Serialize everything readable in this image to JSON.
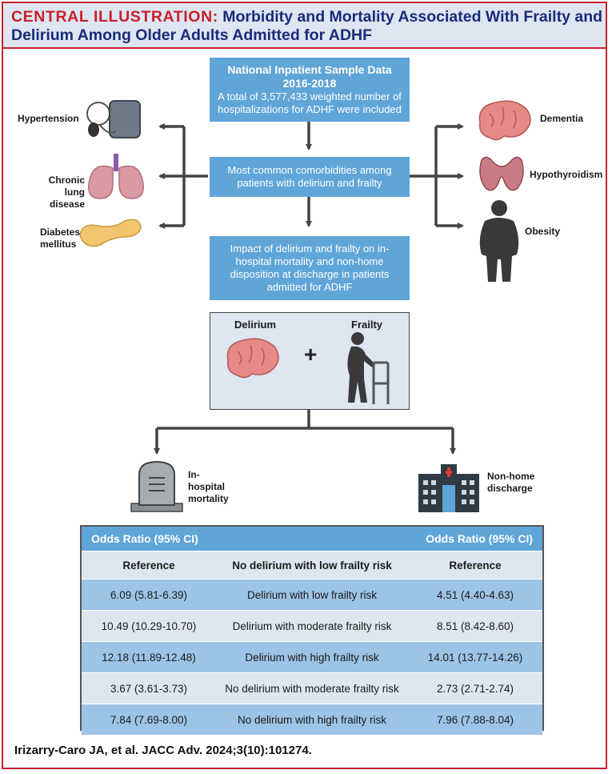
{
  "header": {
    "label": "CENTRAL ILLUSTRATION:",
    "title": "Morbidity and Mortality Associated With Frailty and Delirium Among Older Adults Admitted for ADHF"
  },
  "boxes": {
    "nis_title": "National Inpatient Sample Data",
    "nis_years": "2016-2018",
    "nis_desc": "A total of 3,577,433 weighted number of hospitalizations for ADHF were included",
    "comorbid_text": "Most common comorbidities among patients with delirium and frailty",
    "impact_text": "Impact of delirium and frailty on in-hospital mortality and non-home disposition at discharge in patients admitted for ADHF"
  },
  "left_conditions": [
    "Hypertension",
    "Chronic lung disease",
    "Diabetes mellitus"
  ],
  "right_conditions": [
    "Dementia",
    "Hypothyroidism",
    "Obesity"
  ],
  "panel": {
    "delirium": "Delirium",
    "plus": "+",
    "frailty": "Frailty"
  },
  "outcomes": {
    "mortality": "In-hospital mortality",
    "discharge": "Non-home discharge"
  },
  "table": {
    "header_left": "Odds Ratio (95% CI)",
    "header_right": "Odds Ratio (95% CI)",
    "rows": [
      {
        "left": "Reference",
        "mid": "No delirium with low frailty risk",
        "right": "Reference"
      },
      {
        "left": "6.09 (5.81-6.39)",
        "mid": "Delirium with low frailty risk",
        "right": "4.51 (4.40-4.63)"
      },
      {
        "left": "10.49 (10.29-10.70)",
        "mid": "Delirium with moderate frailty risk",
        "right": "8.51 (8.42-8.60)"
      },
      {
        "left": "12.18 (11.89-12.48)",
        "mid": "Delirium with high frailty risk",
        "right": "14.01 (13.77-14.26)"
      },
      {
        "left": "3.67 (3.61-3.73)",
        "mid": "No delirium with moderate frailty risk",
        "right": "2.73 (2.71-2.74)"
      },
      {
        "left": "7.84 (7.69-8.00)",
        "mid": "No delirium with high frailty risk",
        "right": "7.96 (7.88-8.04)"
      }
    ]
  },
  "citation": "Irizarry-Caro JA, et al. JACC Adv. 2024;3(10):101274.",
  "colors": {
    "accent_red": "#c8202d",
    "box_blue": "#5fa5d8",
    "light_blue": "#dde6f1",
    "row_blue": "#9cc4e6",
    "title_navy": "#1b2a7a"
  }
}
